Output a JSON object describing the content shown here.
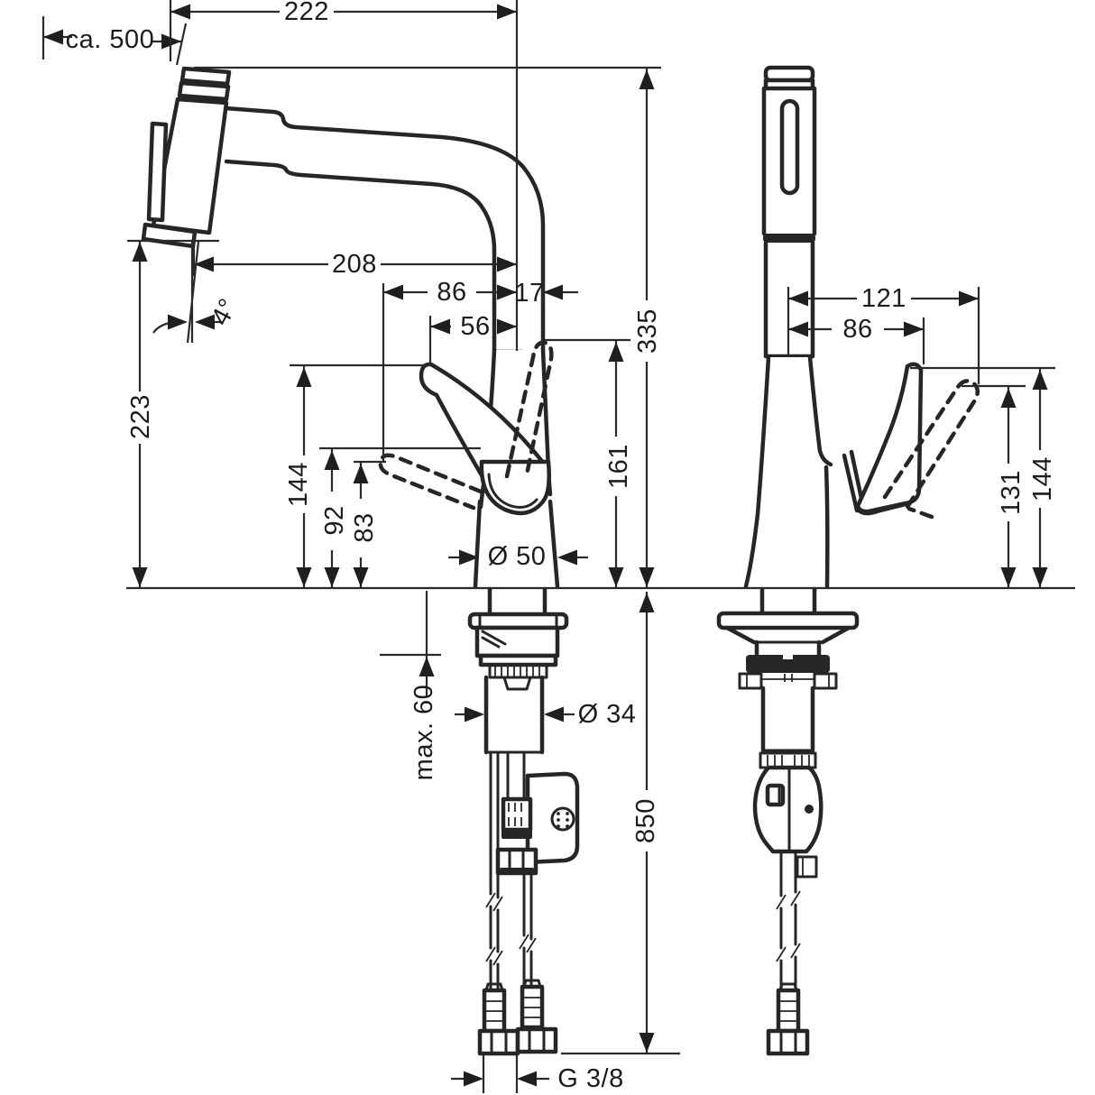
{
  "document": {
    "kind": "technical dimension drawing",
    "subject": "kitchen mixer tap with pull-out spout",
    "views": [
      "side view",
      "front view"
    ]
  },
  "colors": {
    "ink": "#262626",
    "dimension": "#1f1f1f",
    "background": "#ffffff"
  },
  "side": {
    "labels": {
      "hose": "ca. 500",
      "width": "222",
      "reach": "208",
      "handle_back": "86",
      "edge": "17",
      "front": "56",
      "angle": "4°",
      "spray_height": "223",
      "lever_height": "144",
      "lever_mid": "92",
      "lever_low": "83",
      "base": "Ø 50",
      "lever_up": "161",
      "spout_height": "335",
      "counter": "max. 60",
      "shank": "Ø 34",
      "hose_below": "850",
      "thread": "G 3/8"
    }
  },
  "front": {
    "labels": {
      "lever_up_reach": "121",
      "lever_reach": "86",
      "lever_up_height": "131",
      "lever_height": "144"
    }
  }
}
